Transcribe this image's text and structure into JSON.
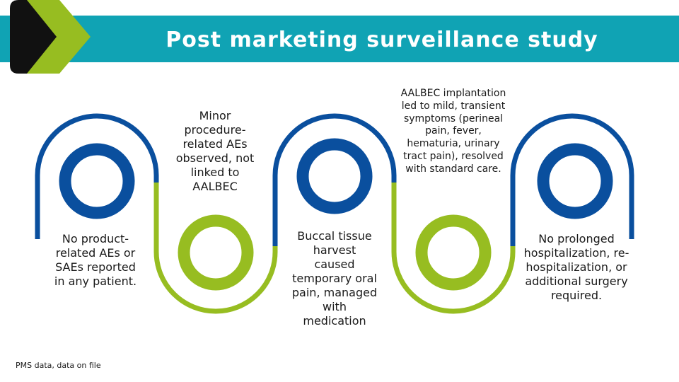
{
  "title": "Post marketing surveillance study",
  "colors": {
    "banner": "#10a3b4",
    "blue": "#0a4f9e",
    "green": "#97bd21",
    "dark": "#111111"
  },
  "steps": [
    {
      "text": "No product-related AEs or SAEs reported in any patient.",
      "color": "blue"
    },
    {
      "text": "Minor procedure-related AEs observed, not linked to AALBEC",
      "color": "green"
    },
    {
      "text": "Buccal tissue harvest caused temporary oral pain, managed with medication",
      "color": "blue"
    },
    {
      "text": "AALBEC implantation led to mild, transient symptoms (perineal pain, fever, hematuria, urinary tract pain), resolved with standard care.",
      "color": "green"
    },
    {
      "text": "No prolonged hospitalization, re-hospitalization, or additional surgery required.",
      "color": "blue"
    }
  ],
  "footnote": "PMS data, data on file"
}
